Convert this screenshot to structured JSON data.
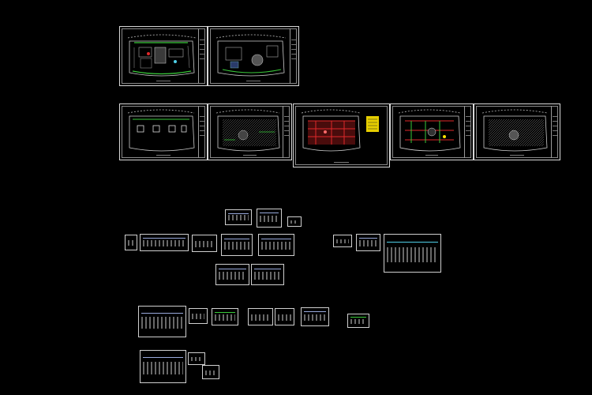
{
  "viewport": {
    "background": "#000000",
    "drawing_colors": {
      "frame": "#d8d8d8",
      "linework": "#bfbfbf",
      "green": "#39c93a",
      "red": "#e0282a",
      "yellow": "#ffe400",
      "cyan": "#4fd0e8"
    }
  },
  "sheets": {
    "row1": [
      {
        "name": "floor-plan-sheet-1",
        "accent": "green"
      },
      {
        "name": "floor-plan-sheet-2",
        "accent": "white"
      }
    ],
    "row2": [
      {
        "name": "floor-plan-sheet-3",
        "accent": "white"
      },
      {
        "name": "floor-plan-sheet-4",
        "accent": "white"
      },
      {
        "name": "floor-plan-sheet-5",
        "accent": "red"
      },
      {
        "name": "floor-plan-sheet-6",
        "accent": "red-green"
      },
      {
        "name": "floor-plan-sheet-7",
        "accent": "white"
      }
    ],
    "detail_sheet_count": 26
  }
}
